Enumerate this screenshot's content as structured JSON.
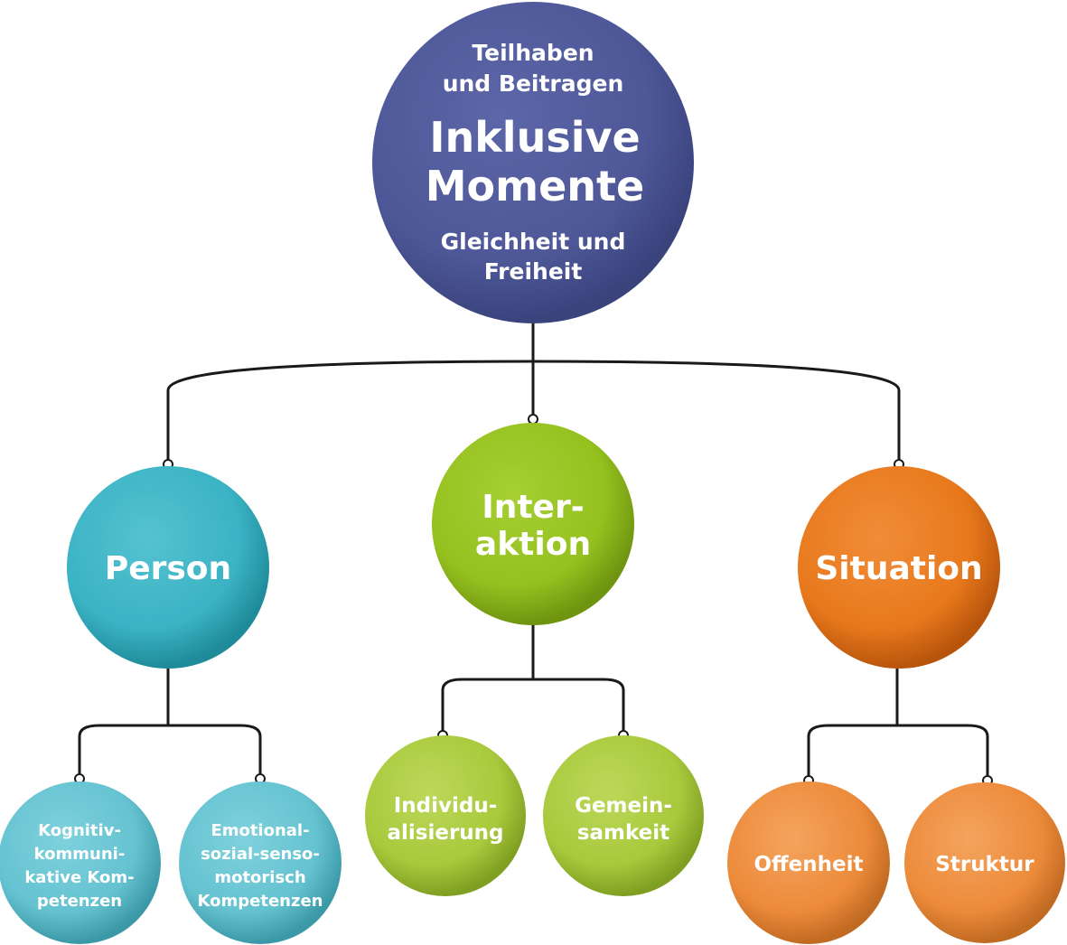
{
  "colors": {
    "root": "#4e5898",
    "person": "#3ab3c4",
    "interaktion": "#95c11f",
    "situation": "#e8781c",
    "connector": "#1a1a1a"
  },
  "nodes": {
    "root": {
      "top_lines": [
        "Teilhaben",
        "und Beitragen"
      ],
      "title_lines": [
        "Inklusive",
        "Momente"
      ],
      "bottom_lines": [
        "Gleichheit und",
        "Freiheit"
      ]
    },
    "person": {
      "lines": [
        "Person"
      ]
    },
    "interaktion": {
      "lines": [
        "Inter-",
        "aktion"
      ]
    },
    "situation": {
      "lines": [
        "Situation"
      ]
    },
    "kognitiv": {
      "lines": [
        "Kognitiv-",
        "kommuni-",
        "kative Kom-",
        "petenzen"
      ]
    },
    "emotional": {
      "lines": [
        "Emotional-",
        "sozial-senso-",
        "motorisch",
        "Kompetenzen"
      ]
    },
    "individualisierung": {
      "lines": [
        "Individu-",
        "alisierung"
      ]
    },
    "gemeinsamkeit": {
      "lines": [
        "Gemein-",
        "samkeit"
      ]
    },
    "offenheit": {
      "lines": [
        "Offenheit"
      ]
    },
    "struktur": {
      "lines": [
        "Struktur"
      ]
    }
  }
}
